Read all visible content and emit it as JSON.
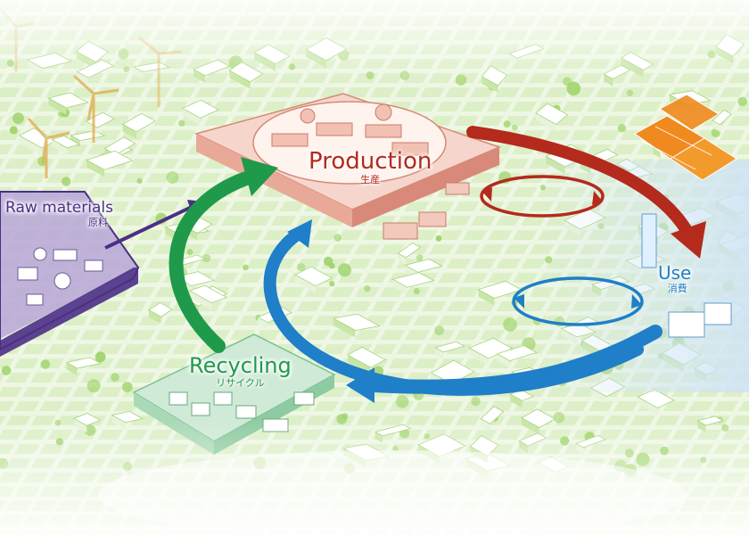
{
  "stages": {
    "raw_materials": {
      "label": "Raw materials",
      "sublabel": "原料"
    },
    "production": {
      "label": "Production",
      "sublabel": "生産"
    },
    "use": {
      "label": "Use",
      "sublabel": "消費"
    },
    "recycling": {
      "label": "Recycling",
      "sublabel": "リサイクル"
    }
  },
  "colors": {
    "raw_materials": "#4b2f86",
    "production": "#b42a1c",
    "use": "#1f7fc8",
    "recycling": "#1f9a4a",
    "city_green": "#9fd36a",
    "city_building": "#ffffff",
    "ground": "#f3f9ec"
  }
}
